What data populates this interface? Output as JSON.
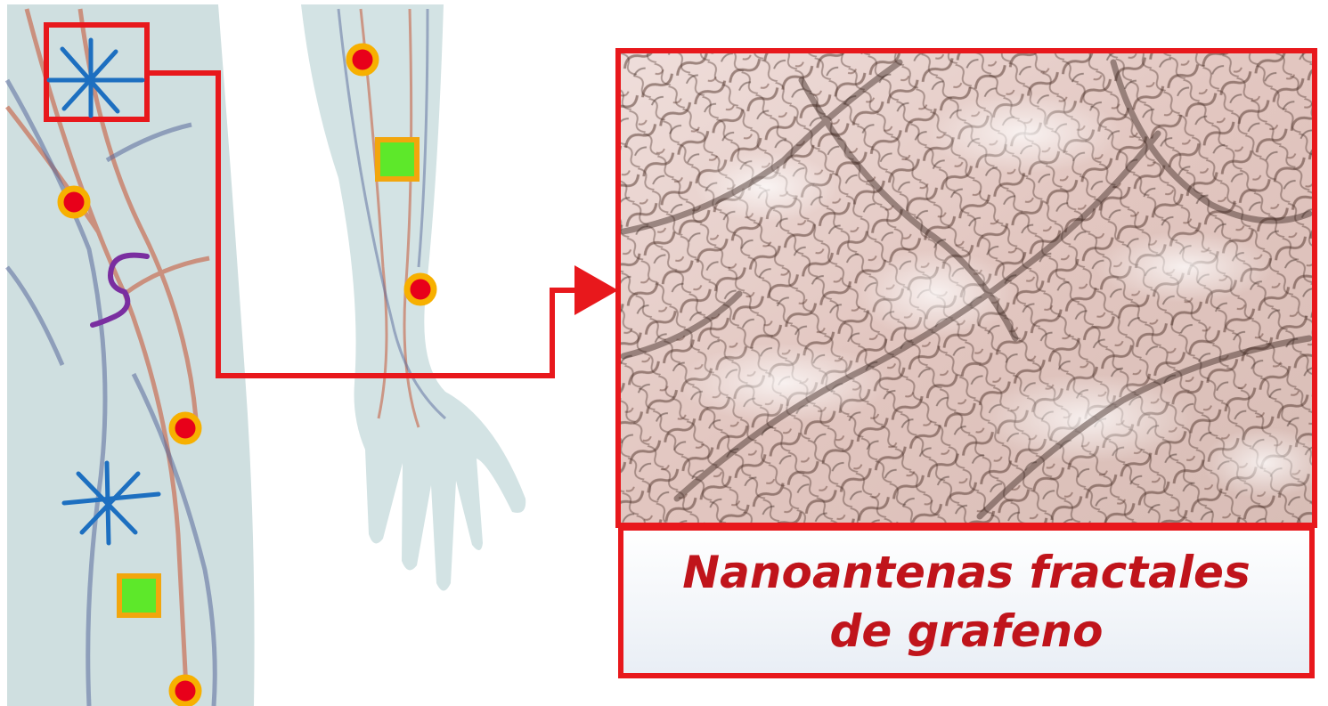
{
  "caption": {
    "text": "Nanoantenas fractales de grafeno"
  },
  "colors": {
    "connector": "#e8181c",
    "frame": "#e8181c",
    "caption_text": "#c0141b",
    "marker_dot_fill": "#e8001a",
    "marker_dot_ring": "#f7b000",
    "marker_square_fill": "#5de82a",
    "marker_square_border": "#f2a60d",
    "asterisk": "#1d6fc0",
    "squiggle": "#7a2ea0",
    "body_silhouette": "#cfdfe0",
    "artery": "#c9765e",
    "vein": "#5a6a9c"
  },
  "icons": {
    "dot_marker": "red-dot-with-orange-ring",
    "square_marker": "green-square-with-orange-border",
    "asterisk_marker": "blue-asterisk",
    "squiggle_marker": "purple-s-squiggle",
    "connector_arrow": "red-arrow"
  }
}
